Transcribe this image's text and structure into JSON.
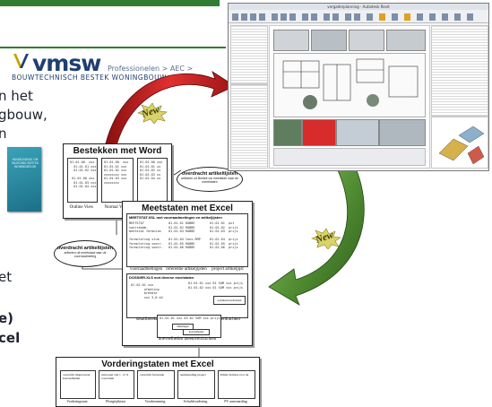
{
  "logo": {
    "name": "vmsw",
    "subtitle": "Bouwtechnisch Bestek Woningbouw",
    "breadcrumb": "Professionelen > AEC >"
  },
  "side_text": {
    "line1": "n het",
    "line2": "gbouw,",
    "line3": "n",
    "line4": "et",
    "line5": "e)",
    "line6": "cel"
  },
  "book": {
    "title": "HANDLEIDING OM INLEIDING BESTEK WONINGBOUW"
  },
  "badges": {
    "new1": "New",
    "new2": "New"
  },
  "flowchart": {
    "word": {
      "title": "Bestekken met Word",
      "captions": [
        "Outline View",
        "Normal View",
        "Meetlabel"
      ]
    },
    "excel": {
      "title": "Meetstaten met  Excel",
      "list_title": "MEETSTAT.XSL met voorraadmetingen en artikeljijsten",
      "captions": [
        "voorraadmetingen",
        "referentie artikeljijsten",
        "project artikeljijst"
      ],
      "dossier_title": "DOSSIER.XLS met diverse meetstaten",
      "dossier_captions": [
        "detailberekeningen",
        "globale meetoverdrachten"
      ],
      "bottom_caption": "hoeveelheden meetoverdrachten",
      "sub_labels": [
        "polymeetoverdrachten",
        "afmetingen",
        "hoeveelheden"
      ]
    },
    "vorder": {
      "title": "Vorderingstaten met Excel",
      "boxes": [
        "overzicht uitgevoerde hoeveelheden",
        "uitvoeren van 1 - 6 % voorraden",
        "overzicht facturatie",
        "aanbesteding project",
        "Prima Verbaal voor de"
      ],
      "captions": [
        "Vorderingstaat",
        "Ploegtijdstaat",
        "Voorberaming",
        "Schuldvordering",
        "PV aanvaarding"
      ]
    },
    "ovals": [
      {
        "title": "overdracht artikeltijsten",
        "sub": "artikelen uit Bestek via meetlabel naar de meetstaten"
      },
      {
        "title": "overdracht artikeltijsten",
        "sub": "artikelen uit meetstaat naar de voorraadmeting"
      }
    ]
  },
  "screenshot": {
    "title": "vergaderplanning - Autodesk Revit",
    "colors": {
      "ribbon": "#eef0f3",
      "accent": "#d82b2b"
    }
  },
  "colors": {
    "brand_green": "#2e7d32",
    "brand_blue": "#1f3f73",
    "arrow_red": "#c82020",
    "arrow_green": "#5a9a3a"
  }
}
